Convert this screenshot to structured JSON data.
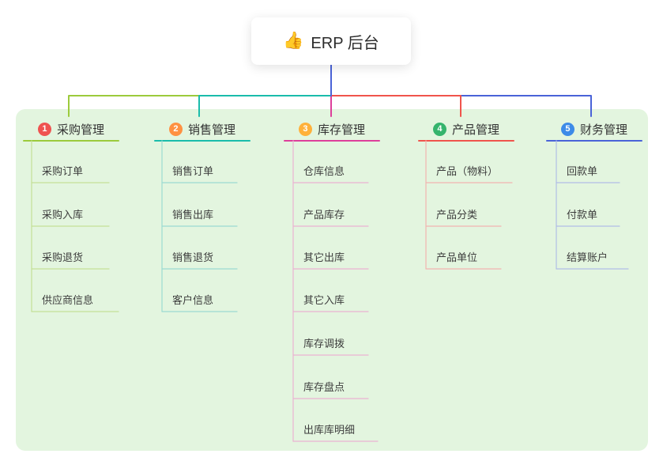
{
  "root": {
    "icon": "👍",
    "title": "ERP 后台"
  },
  "panel": {
    "bg": "#e3f5df"
  },
  "trunk_color": "#4a63d8",
  "branches": [
    {
      "badge": "1",
      "label": "采购管理",
      "badge_color": "#ef5350",
      "line_color": "#9ccb3c",
      "line_soft": "#c4e096",
      "items": [
        "采购订单",
        "采购入库",
        "采购退货",
        "供应商信息"
      ]
    },
    {
      "badge": "2",
      "label": "销售管理",
      "badge_color": "#ff9142",
      "line_color": "#1abcab",
      "line_soft": "#9cdbd2",
      "items": [
        "销售订单",
        "销售出库",
        "销售退货",
        "客户信息"
      ]
    },
    {
      "badge": "3",
      "label": "库存管理",
      "badge_color": "#ffb13b",
      "line_color": "#dd3f9b",
      "line_soft": "#ecb2d2",
      "items": [
        "仓库信息",
        "产品库存",
        "其它出库",
        "其它入库",
        "库存调拨",
        "库存盘点",
        "出库库明细"
      ]
    },
    {
      "badge": "4",
      "label": "产品管理",
      "badge_color": "#35b46d",
      "line_color": "#f0544c",
      "line_soft": "#f2b5b0",
      "items": [
        "产品（物料）",
        "产品分类",
        "产品单位"
      ]
    },
    {
      "badge": "5",
      "label": "财务管理",
      "badge_color": "#3d8be8",
      "line_color": "#4a63d8",
      "line_soft": "#b1bde6",
      "items": [
        "回款单",
        "付款单",
        "结算账户"
      ]
    }
  ]
}
